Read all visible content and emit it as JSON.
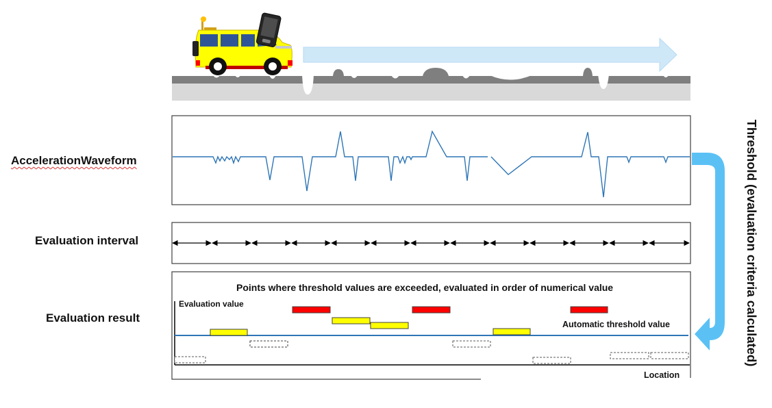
{
  "labels": {
    "acceleration_waveform": "AccelerationWaveform",
    "evaluation_interval": "Evaluation interval",
    "evaluation_result": "Evaluation result"
  },
  "annotations": {
    "points_exceeded": "Points where threshold values are exceeded, evaluated in order of numerical value",
    "evaluation_value": "Evaluation value",
    "automatic_threshold": "Automatic threshold value",
    "location": "Location",
    "threshold_calculated": "Threshold (evaluation criteria calculated)"
  },
  "icons": [
    "inspection-vehicle-icon",
    "handheld-device-icon",
    "travel-direction-arrow-icon",
    "threshold-feedback-arrow-icon"
  ],
  "colors": {
    "waveform": "#2e75b6",
    "threshold_line": "#2e75b6",
    "exceed_high": "#ff0000",
    "exceed_mid": "#ffff00",
    "below_threshold": "#ffffff",
    "travel_arrow": "#cfe8f8",
    "feedback_arrow": "#5bc1f5",
    "road_surface": "#7f7f7f",
    "road_base": "#d9d9d9",
    "vehicle_body": "#ffff00",
    "vehicle_windows": "#2f5597"
  }
}
